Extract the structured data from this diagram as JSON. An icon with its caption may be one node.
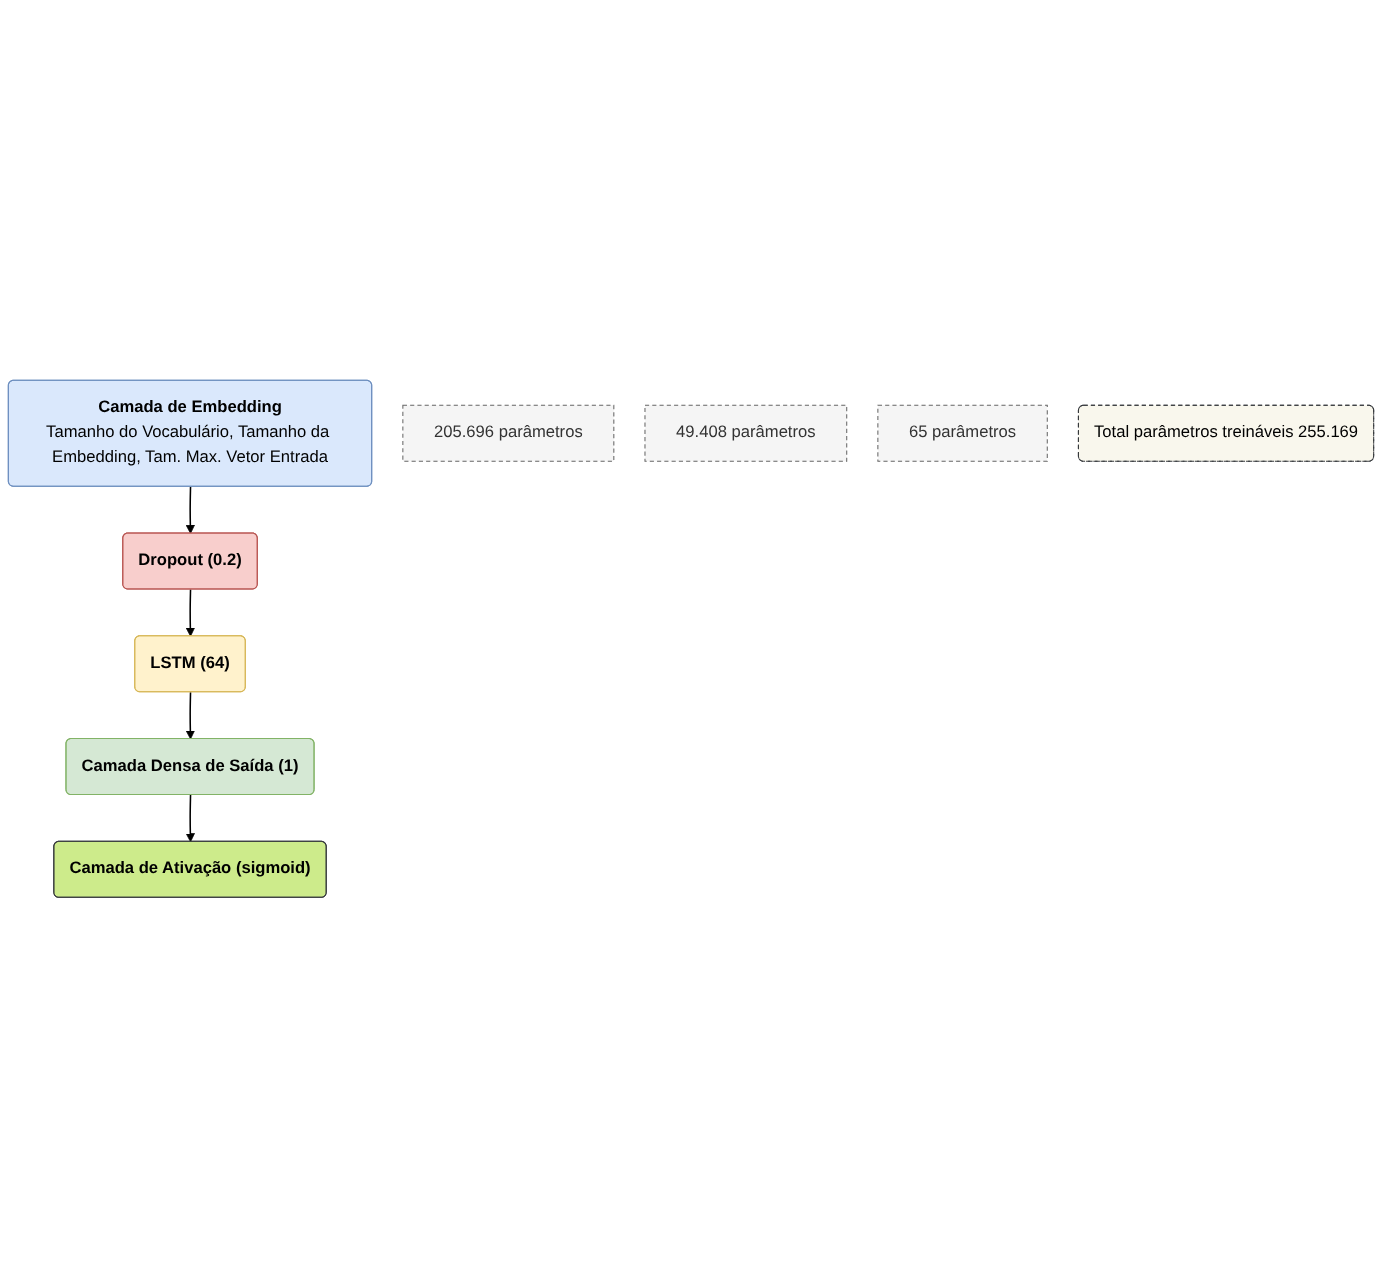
{
  "diagram": {
    "nodes": [
      {
        "text": [
          "Camada de Embedding",
          "Tamanho do Vocabulário, Tamanho da Embedding, Tam. Max. Vetor Entrada"
        ]
      },
      {
        "text": [
          "205.696 parâmetros"
        ]
      },
      {
        "text": [
          "Dropout (0.2)"
        ]
      },
      {
        "text": [
          "LSTM (64)"
        ]
      },
      {
        "text": [
          "49.408 parâmetros"
        ]
      },
      {
        "text": [
          "Camada Densa de Saída (1)"
        ]
      },
      {
        "text": [
          "65 parâmetros"
        ]
      },
      {
        "text": [
          "Camada de Ativação (sigmoid)"
        ]
      },
      {
        "text": [
          "Total parâmetros treináveis 255.169"
        ]
      }
    ],
    "edges": [
      {
        "from": 0,
        "to": 2,
        "arrow": "to"
      },
      {
        "from": 2,
        "to": 3,
        "arrow": "to"
      },
      {
        "from": 3,
        "to": 5,
        "arrow": "to"
      },
      {
        "from": 5,
        "to": 7,
        "arrow": "to"
      }
    ]
  }
}
